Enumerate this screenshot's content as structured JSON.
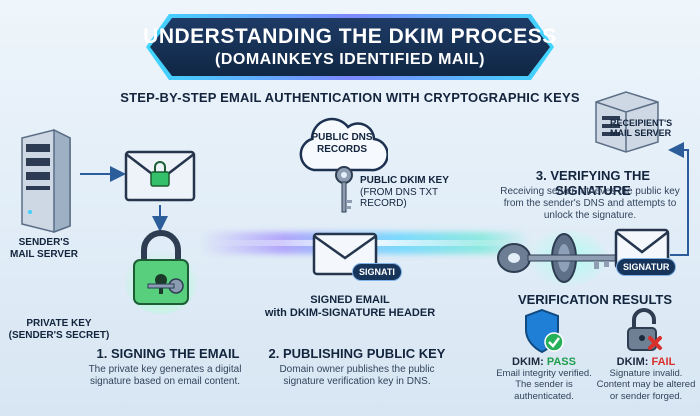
{
  "title": {
    "line1": "UNDERSTANDING THE DKIM PROCESS",
    "line2": "(DOMAINKEYS IDENTIFIED MAIL)",
    "subtitle": "STEP-BY-STEP EMAIL AUTHENTICATION WITH CRYPTOGRAPHIC KEYS"
  },
  "sender": {
    "label_line1": "SENDER'S",
    "label_line2": "MAIL SERVER",
    "private_key_line1": "PRIVATE KEY",
    "private_key_line2": "(SENDER'S SECRET)"
  },
  "dns": {
    "cloud_line1": "PUBLIC DNS",
    "cloud_line2": "RECORDS",
    "key_line1": "PUBLIC DKIM KEY",
    "key_line2": "(FROM DNS TXT RECORD)"
  },
  "signed_email": {
    "badge": "SIGNATI",
    "label_line1": "SIGNED EMAIL",
    "label_line2": "with DKIM-SIGNATURE HEADER"
  },
  "recipient": {
    "label_line1": "RECEIPIENT'S",
    "label_line2": "MAIL SERVER",
    "badge": "SIGNATUR"
  },
  "steps": {
    "s1_title": "1. SIGNING THE EMAIL",
    "s1_desc_line1": "The private key generates a digital",
    "s1_desc_line2": "signature based on email content.",
    "s2_title": "2. PUBLISHING PUBLIC KEY",
    "s2_desc_line1": "Domain owner publishes the public",
    "s2_desc_line2": "signature verification key in DNS.",
    "s3_title": "3. VERIFYING THE SIGNATURE",
    "s3_desc_line1": "Receiving server retrieves the public key",
    "s3_desc_line2": "from the sender's DNS and attempts to",
    "s3_desc_line3": "unlock the signature."
  },
  "results": {
    "heading": "VERIFICATION RESULTS",
    "pass_prefix": "DKIM: ",
    "pass_word": "PASS",
    "pass_desc_line1": "Email integrity verified.",
    "pass_desc_line2": "The sender is",
    "pass_desc_line3": "authenticated.",
    "fail_prefix": "DKIM: ",
    "fail_word": "FAIL",
    "fail_desc_line1": "Signature invalid.",
    "fail_desc_line2": "Content may be altered",
    "fail_desc_line3": "or sender forged."
  },
  "colors": {
    "banner": "#14304f",
    "pass": "#1e9e4a",
    "fail": "#d9302c",
    "beam_cyan": "#5ad2ff",
    "beam_violet": "#8c6eff"
  }
}
